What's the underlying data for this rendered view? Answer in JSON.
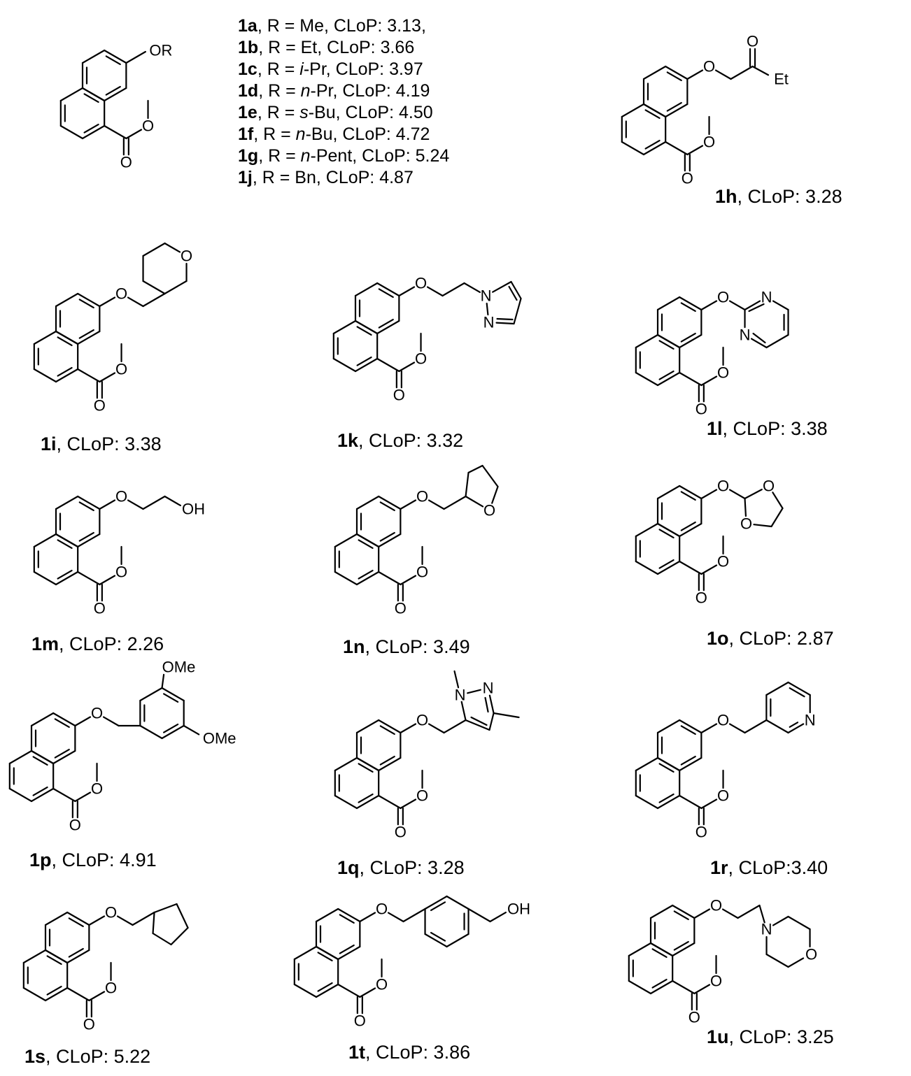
{
  "figure": {
    "top_left": {
      "substituent_label": "OR",
      "carbonyl_o": "O",
      "ring_o": "O",
      "r_list": [
        {
          "id": "1a",
          "sep": ", R = ",
          "r": "Me",
          "r_italic_prefix": "",
          "clop": ",  CLoP: 3.13,"
        },
        {
          "id": "1b",
          "sep": ", R = ",
          "r": "Et",
          "r_italic_prefix": "",
          "clop": ",  CLoP: 3.66"
        },
        {
          "id": "1c",
          "sep": ", R = ",
          "r": "-Pr",
          "r_italic_prefix": "i",
          "clop": ",  CLoP: 3.97"
        },
        {
          "id": "1d",
          "sep": ", R = ",
          "r": "-Pr",
          "r_italic_prefix": "n",
          "clop": ",  CLoP: 4.19"
        },
        {
          "id": "1e",
          "sep": ", R = ",
          "r": "-Bu",
          "r_italic_prefix": "s",
          "clop": ",  CLoP: 4.50"
        },
        {
          "id": "1f",
          "sep": ", R = ",
          "r": "-Bu",
          "r_italic_prefix": "n",
          "clop": ",  CLoP: 4.72"
        },
        {
          "id": "1g",
          "sep": ", R = ",
          "r": "-Pent",
          "r_italic_prefix": "n",
          "clop": ",  CLoP: 5.24"
        },
        {
          "id": "1j",
          "sep": ", R = ",
          "r": "Bn",
          "r_italic_prefix": "",
          "clop": ",  CLoP: 4.87"
        }
      ]
    },
    "compounds": [
      {
        "id": "1h",
        "caption": ",  CLoP: 3.28",
        "labels": [
          "O",
          "O",
          "O",
          "O",
          "Et"
        ]
      },
      {
        "id": "1i",
        "caption": ", CLoP: 3.38",
        "labels": [
          "O",
          "O",
          "O",
          "O"
        ]
      },
      {
        "id": "1k",
        "caption": ", CLoP: 3.32",
        "labels": [
          "O",
          "O",
          "O",
          "N",
          "N"
        ]
      },
      {
        "id": "1l",
        "caption": ",  CLoP: 3.38",
        "labels": [
          "O",
          "O",
          "O",
          "N",
          "N"
        ]
      },
      {
        "id": "1m",
        "caption": ",  CLoP: 2.26",
        "labels": [
          "O",
          "O",
          "O",
          "OH"
        ]
      },
      {
        "id": "1n",
        "caption": ",  CLoP: 3.49",
        "labels": [
          "O",
          "O",
          "O",
          "O"
        ]
      },
      {
        "id": "1o",
        "caption": ",  CLoP: 2.87",
        "labels": [
          "O",
          "O",
          "O",
          "O",
          "O"
        ]
      },
      {
        "id": "1p",
        "caption": ",  CLoP: 4.91",
        "labels": [
          "O",
          "O",
          "O",
          "OMe",
          "OMe"
        ]
      },
      {
        "id": "1q",
        "caption": ",  CLoP: 3.28",
        "labels": [
          "O",
          "O",
          "O",
          "N",
          "N"
        ]
      },
      {
        "id": "1r",
        "caption": ", CLoP:3.40",
        "labels": [
          "O",
          "O",
          "O",
          "N"
        ]
      },
      {
        "id": "1s",
        "caption": ",  CLoP: 5.22",
        "labels": [
          "O",
          "O",
          "O"
        ]
      },
      {
        "id": "1t",
        "caption": ",  CLoP: 3.86",
        "labels": [
          "O",
          "O",
          "O",
          "OH"
        ]
      },
      {
        "id": "1u",
        "caption": ", CLoP: 3.25",
        "labels": [
          "O",
          "O",
          "O",
          "N",
          "O"
        ]
      }
    ]
  }
}
